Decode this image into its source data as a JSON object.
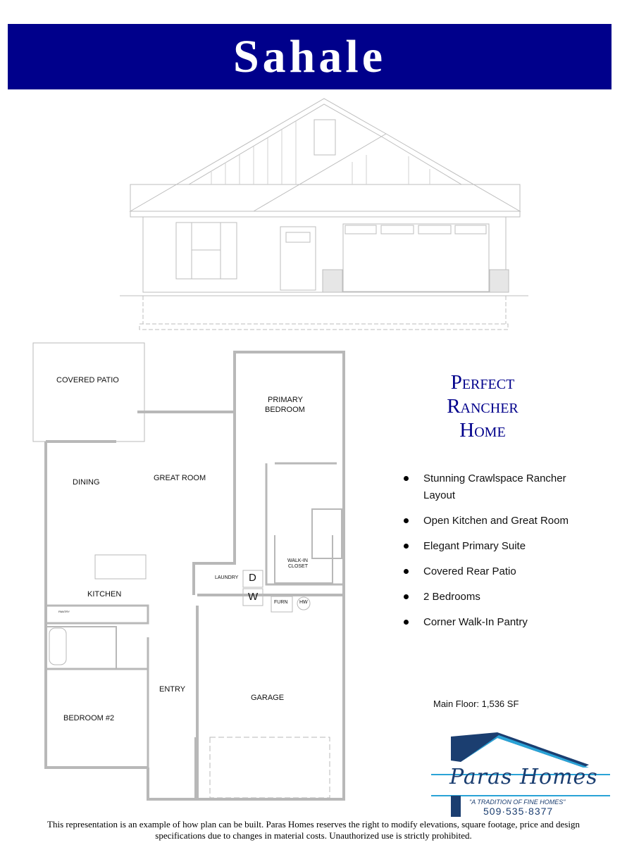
{
  "title": "Sahale",
  "tagline": [
    "Perfect",
    "Rancher",
    "Home"
  ],
  "features": [
    "Stunning Crawlspace Rancher Layout",
    "Open Kitchen and Great Room",
    "Elegant Primary Suite",
    "Covered Rear Patio",
    "2 Bedrooms",
    "Corner Walk-In Pantry"
  ],
  "main_floor": "Main Floor: 1,536 SF",
  "rooms": {
    "covered_patio": "COVERED PATIO",
    "primary_bedroom_1": "PRIMARY",
    "primary_bedroom_2": "BEDROOM",
    "dining": "DINING",
    "great_room": "GREAT    ROOM",
    "walk_in_closet_1": "WALK-IN",
    "walk_in_closet_2": "CLOSET",
    "laundry": "LAUNDRY",
    "dryer": "D",
    "washer": "W",
    "furnace": "FURN",
    "water_heater": "HW",
    "kitchen": "KITCHEN",
    "pantry": "PANTRY",
    "entry": "ENTRY",
    "garage": "GARAGE",
    "bedroom2": "BEDROOM #2"
  },
  "logo": {
    "name": "Paras Homes",
    "slogan": "\"A TRADITION OF FINE HOMES\"",
    "phone": "509·535·8377",
    "colors": {
      "dark": "#1b3e70",
      "light": "#2aa3d6"
    }
  },
  "disclaimer": [
    "This representation is an example of how plan can be built.  Paras Homes reserves the right to modify elevations, square footage, price and design",
    "specifications due to changes in material costs.  Unauthorized use is strictly prohibited."
  ],
  "colors": {
    "banner": "#00008b",
    "tagline": "#00008b"
  }
}
